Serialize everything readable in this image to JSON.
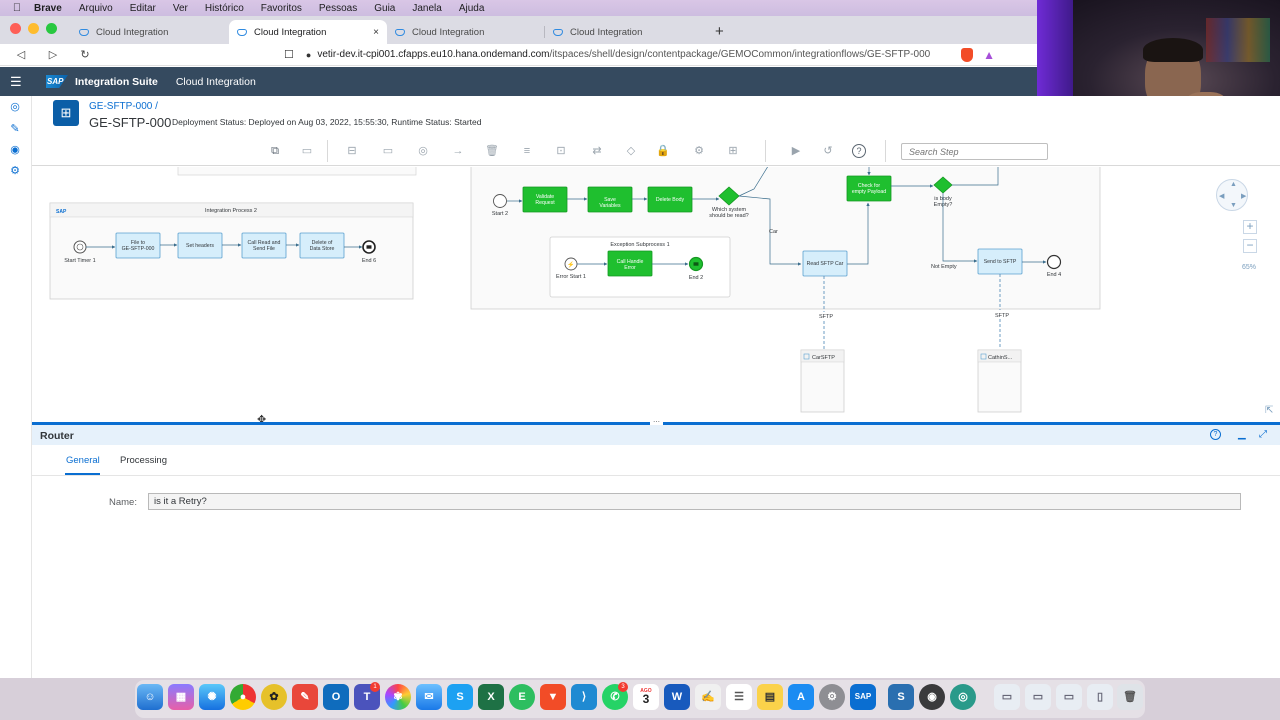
{
  "menubar": {
    "apple": "",
    "items": [
      "Brave",
      "Arquivo",
      "Editar",
      "Ver",
      "Histórico",
      "Favoritos",
      "Pessoas",
      "Guia",
      "Janela",
      "Ajuda"
    ]
  },
  "browser": {
    "tabs": [
      {
        "title": "Cloud Integration",
        "active": false
      },
      {
        "title": "Cloud Integration",
        "active": true
      },
      {
        "title": "Cloud Integration",
        "active": false
      },
      {
        "title": "Cloud Integration",
        "active": false
      }
    ],
    "new_tab": "+",
    "close_glyph": "×",
    "url_host": "vetir-dev.it-cpi001.cfapps.eu10.hana.ondemand.com",
    "url_path": "/itspaces/shell/design/contentpackage/GEMOCommon/integrationflows/GE-SFTP-000"
  },
  "shell": {
    "logo_text": "SAP",
    "suite": "Integration Suite",
    "product": "Cloud Integration"
  },
  "header": {
    "breadcrumb": "GE-SFTP-000 /",
    "title": "GE-SFTP-000",
    "status": "Deployment Status: Deployed on Aug 03, 2022, 15:55:30, Runtime Status: Started"
  },
  "toolbar": {
    "search_placeholder": "Search Step",
    "help": "?"
  },
  "canvas": {
    "pool2": {
      "title": "Integration Process 2",
      "start": "Start Timer 1",
      "tasks": [
        "File to GE-SFTP-000",
        "Set headers",
        "Call Read and Send File",
        "Delete of Data Store"
      ],
      "end": "End 6"
    },
    "main": {
      "start": "Start 2",
      "tasks": [
        "Validate Request",
        "Save Variables",
        "Delete Body"
      ],
      "router1": "Which system should be read?",
      "edge_car": "Car",
      "read_task": "Read SFTP Car",
      "check_task": "Check for empty Payload",
      "router2": "is body Empty?",
      "edge_not_empty": "Not Empty",
      "send_task": "Send to SFTP",
      "end": "End 4",
      "edge_sftp_1": "SFTP",
      "edge_sftp_2": "SFTP",
      "receiver1": "CarSFTP",
      "receiver2": "CathinS...",
      "subprocess": {
        "title": "Exception Subprocess 1",
        "start": "Error Start 1",
        "task": "Call Handle Error",
        "end": "End 2"
      }
    },
    "zoom": "65%"
  },
  "panel": {
    "title": "Router",
    "tabs": [
      "General",
      "Processing"
    ],
    "name_label": "Name:",
    "name_value": "is it a Retry?"
  },
  "dock": {
    "mail_badge": "1",
    "whatsapp_badge": "3",
    "calendar_day": "3",
    "calendar_month": "AGO"
  },
  "colors": {
    "shell_bg": "#354a5f",
    "accent": "#0a6ed1",
    "task_green": "#1fbf2f",
    "task_blue": "#d6eefb"
  }
}
